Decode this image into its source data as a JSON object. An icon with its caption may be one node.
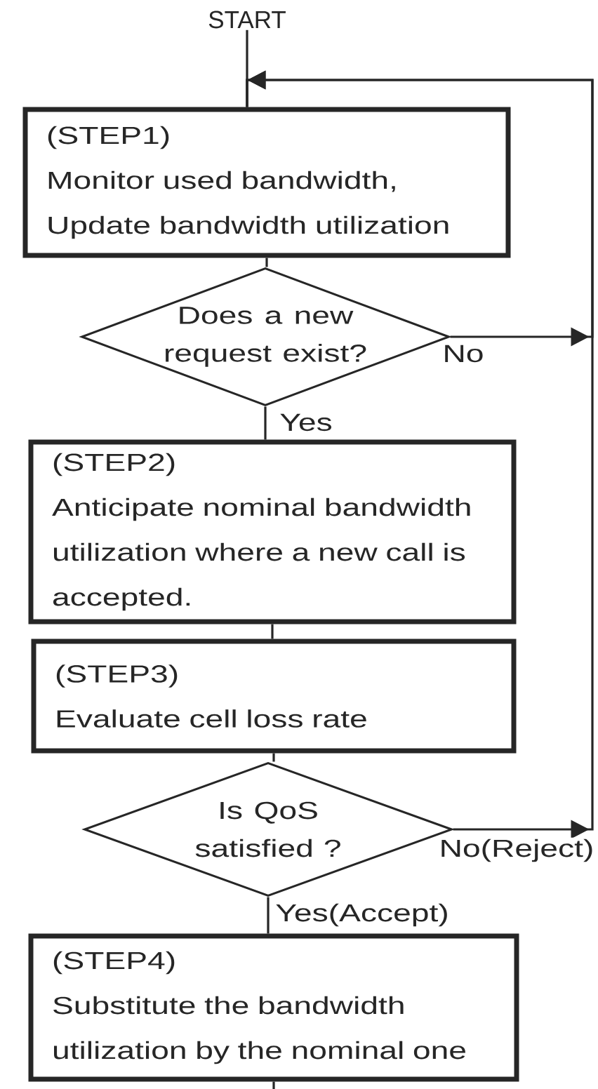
{
  "diagram": {
    "nodes": [
      {
        "text": [
          "START"
        ]
      },
      {
        "text": [
          "(STEP1)",
          "Monitor used bandwidth, Update bandwidth utilization"
        ]
      },
      {
        "text": [
          "Does a new request exist?"
        ]
      },
      {
        "text": [
          "(STEP2)",
          "Anticipate nominal bandwidth utilization where a new call is accepted."
        ]
      },
      {
        "text": [
          "(STEP3)",
          "Evaluate cell loss rate"
        ]
      },
      {
        "text": [
          "Is QoS satisfied ?"
        ]
      },
      {
        "text": [
          "(STEP4)",
          "Substitute the bandwidth utilization by the nominal one"
        ]
      }
    ],
    "edges": [
      {
        "from": 0,
        "to": 1,
        "arrow": "none"
      },
      {
        "from": 1,
        "to": 2,
        "arrow": "none"
      },
      {
        "from": 2,
        "to": 3,
        "arrow": "none",
        "label": "Yes"
      },
      {
        "from": 3,
        "to": 4,
        "arrow": "none"
      },
      {
        "from": 4,
        "to": 5,
        "arrow": "none"
      },
      {
        "from": 5,
        "to": 6,
        "arrow": "none",
        "label": "Yes(Accept)"
      },
      {
        "from": 2,
        "to": 1,
        "arrow": "to",
        "label": "No"
      },
      {
        "from": 5,
        "to": 1,
        "arrow": "to",
        "label": "No(Reject)"
      },
      {
        "from": 6,
        "to": null,
        "arrow": "none"
      }
    ]
  }
}
